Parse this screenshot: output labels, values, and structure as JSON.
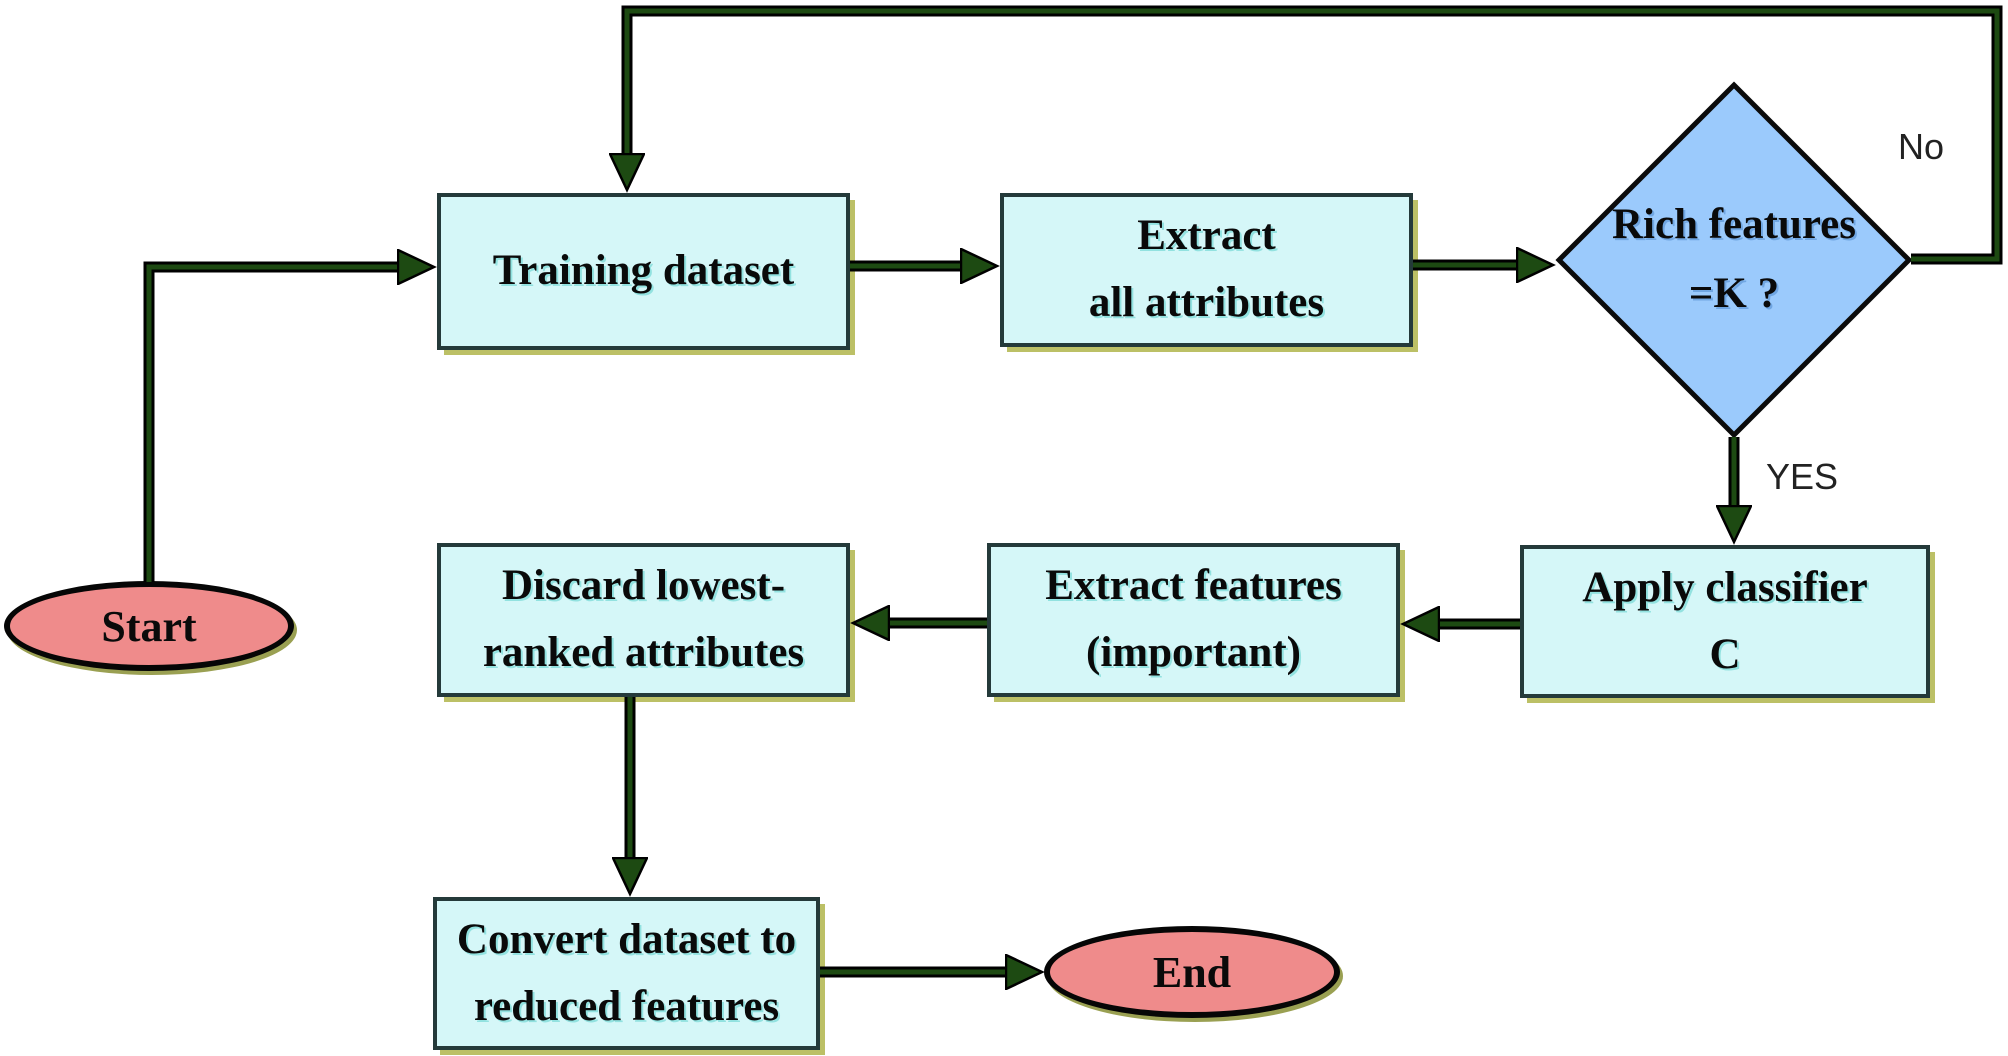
{
  "diagram": {
    "type": "flowchart",
    "nodes": {
      "start": {
        "shape": "ellipse",
        "label": "Start"
      },
      "training": {
        "shape": "rect",
        "label": "Training dataset"
      },
      "extract_all": {
        "shape": "rect",
        "lines": [
          "Extract",
          "all attributes"
        ]
      },
      "decision": {
        "shape": "diamond",
        "lines": [
          "Rich features",
          "=K ?"
        ]
      },
      "apply_classifier": {
        "shape": "rect",
        "lines": [
          "Apply classifier",
          "C"
        ]
      },
      "extract_features": {
        "shape": "rect",
        "lines": [
          "Extract features",
          "(important)"
        ]
      },
      "discard": {
        "shape": "rect",
        "lines": [
          "Discard lowest-",
          "ranked attributes"
        ]
      },
      "convert": {
        "shape": "rect",
        "lines": [
          "Convert dataset to",
          "reduced features"
        ]
      },
      "end": {
        "shape": "ellipse",
        "label": "End"
      }
    },
    "edge_labels": {
      "no": "No",
      "yes": "YES"
    },
    "edges": [
      {
        "from": "start",
        "to": "training",
        "label": ""
      },
      {
        "from": "training",
        "to": "extract_all",
        "label": ""
      },
      {
        "from": "extract_all",
        "to": "decision",
        "label": ""
      },
      {
        "from": "decision",
        "to": "training",
        "label": "No"
      },
      {
        "from": "decision",
        "to": "apply_classifier",
        "label": "YES"
      },
      {
        "from": "apply_classifier",
        "to": "extract_features",
        "label": ""
      },
      {
        "from": "extract_features",
        "to": "discard",
        "label": ""
      },
      {
        "from": "discard",
        "to": "convert",
        "label": ""
      },
      {
        "from": "convert",
        "to": "end",
        "label": ""
      }
    ],
    "colors": {
      "process_fill": "#d5f7f8",
      "process_border": "#243a3a",
      "decision_fill": "#9bcafc",
      "terminator_fill": "#ef8b8b",
      "arrow_green": "#1d4a12",
      "arrow_outline": "#000000",
      "shadow_khaki": "#bcc066",
      "background": "#ffffff"
    }
  }
}
